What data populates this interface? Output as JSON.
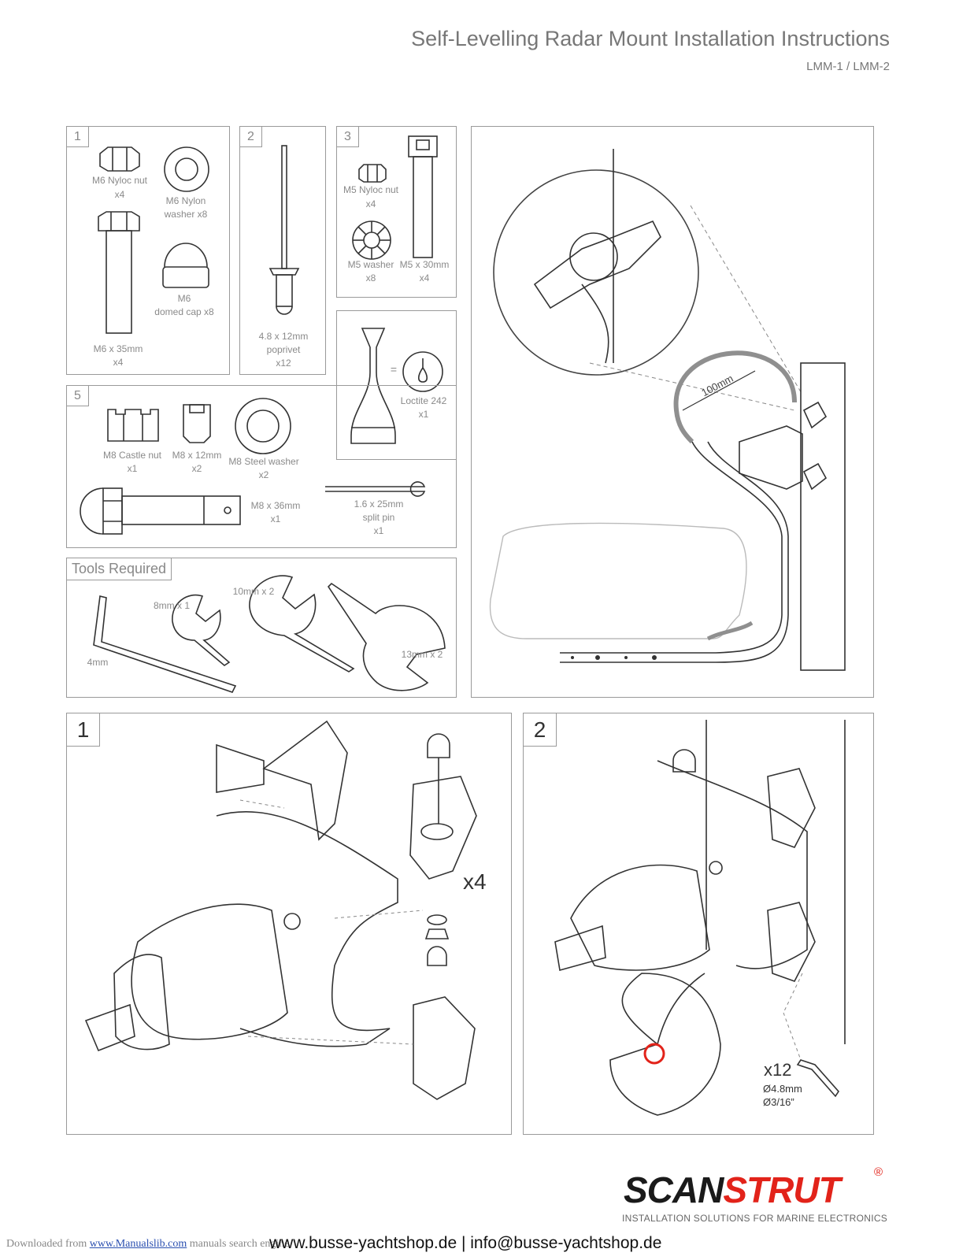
{
  "header": {
    "title": "Self-Levelling Radar Mount Installation Instructions",
    "models": "LMM-1 / LMM-2"
  },
  "parts": {
    "box1": {
      "number": "1",
      "nut_label": "M6 Nyloc nut",
      "nut_qty": "x4",
      "washer_label": "M6 Nylon",
      "washer_label2": "washer x8",
      "cap_label": "M6",
      "cap_label2": "domed cap x8",
      "bolt_label": "M6 x 35mm",
      "bolt_qty": "x4"
    },
    "box2": {
      "number": "2",
      "label": "4.8 x 12mm",
      "label2": "poprivet",
      "qty": "x12"
    },
    "box3": {
      "number": "3",
      "nut_label": "M5 Nyloc nut",
      "nut_qty": "x4",
      "washer_label": "M5 washer",
      "washer_qty": "x8",
      "bolt_label": "M5 x 30mm",
      "bolt_qty": "x4"
    },
    "box4": {
      "equals": "=",
      "loctite_label": "Loctite 242",
      "loctite_qty": "x1"
    },
    "box5": {
      "number": "5",
      "castle_label": "M8 Castle nut",
      "castle_qty": "x1",
      "bolt12_label": "M8 x 12mm",
      "bolt12_qty": "x2",
      "washer_label": "M8 Steel washer",
      "washer_qty": "x2",
      "bolt36_label": "M8 x 36mm",
      "bolt36_qty": "x1",
      "pin_label": "1.6 x 25mm",
      "pin_label2": "split pin",
      "pin_qty": "x1"
    },
    "tools": {
      "title": "Tools Required",
      "allen": "4mm",
      "w8": "8mm x 1",
      "w10": "10mm x 2",
      "w13": "13mm x 2"
    }
  },
  "overview": {
    "dimension": "100mm"
  },
  "step1": {
    "number": "1",
    "qty": "x4"
  },
  "step2": {
    "number": "2",
    "qty": "x12",
    "dia1": "Ø4.8mm",
    "dia2": "Ø3/16”"
  },
  "brand": {
    "logo_a": "SCAN",
    "logo_b": "STRUT",
    "reg": "®",
    "tagline": "INSTALLATION SOLUTIONS FOR MARINE ELECTRONICS"
  },
  "footer": {
    "downloaded": "Downloaded from",
    "link": "www.Manualslib.com",
    "manuals": "manuals search engine",
    "contact": "www.busse-yachtshop.de  |  info@busse-yachtshop.de"
  }
}
